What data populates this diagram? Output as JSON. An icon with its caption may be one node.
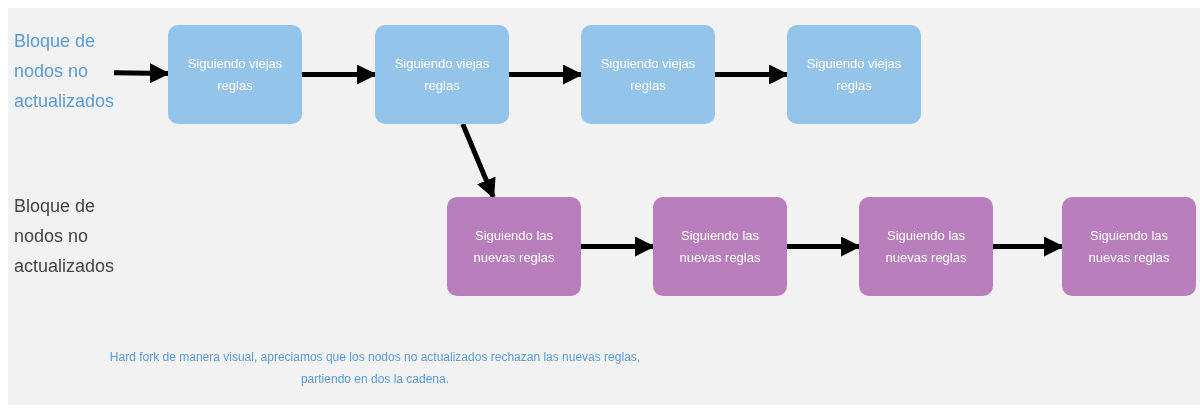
{
  "diagram": {
    "caption": "Hard fork de manera visual, apreciamos que los nodos no actualizados rechazan las nuevas reglas, partiendo en dos la cadena.",
    "nodes": [
      {
        "text": [
          "Bloque de nodos no actualizados"
        ]
      },
      {
        "text": [
          "Siguiendo viejas reglas"
        ]
      },
      {
        "text": [
          "Siguiendo viejas reglas"
        ]
      },
      {
        "text": [
          "Siguiendo viejas reglas"
        ]
      },
      {
        "text": [
          "Siguiendo viejas reglas"
        ]
      },
      {
        "text": [
          "Siguiendo las nuevas reglas"
        ]
      },
      {
        "text": [
          "Siguiendo las nuevas reglas"
        ]
      },
      {
        "text": [
          "Siguiendo las nuevas reglas"
        ]
      },
      {
        "text": [
          "Siguiendo las nuevas reglas"
        ]
      }
    ],
    "edges": [
      {
        "from": 0,
        "to": 1,
        "arrow": "to"
      },
      {
        "from": 1,
        "to": 2,
        "arrow": "to"
      },
      {
        "from": 2,
        "to": 3,
        "arrow": "to"
      },
      {
        "from": 3,
        "to": 4,
        "arrow": "to"
      },
      {
        "from": 2,
        "to": 5,
        "arrow": "to"
      },
      {
        "from": 5,
        "to": 6,
        "arrow": "to"
      },
      {
        "from": 6,
        "to": 7,
        "arrow": "to"
      },
      {
        "from": 7,
        "to": 8,
        "arrow": "to"
      }
    ],
    "labels": [
      "Bloque de nodos no actualizados"
    ]
  }
}
